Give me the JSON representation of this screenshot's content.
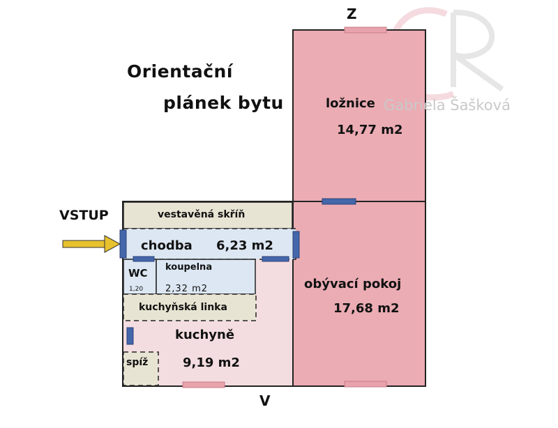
{
  "title": {
    "line1": "Orientační",
    "line2": "plánek bytu"
  },
  "compass": {
    "north": "Z",
    "south": "V"
  },
  "entrance": {
    "label": "VSTUP"
  },
  "rooms": {
    "bedroom": {
      "name": "ložnice",
      "area": "14,77 m2"
    },
    "living_room": {
      "name": "obývací pokoj",
      "area": "17,68 m2"
    },
    "wardrobe": {
      "name": "vestavěná skříň"
    },
    "hallway": {
      "name": "chodba",
      "area": "6,23 m2"
    },
    "wc": {
      "name": "WC",
      "area": "1,20"
    },
    "bathroom": {
      "name": "koupelna",
      "area": "2,32 m2"
    },
    "kitchen_unit": {
      "name": "kuchyňská linka"
    },
    "kitchen": {
      "name": "kuchyně",
      "area": "9,19 m2"
    },
    "pantry": {
      "name": "spíž"
    }
  },
  "watermark": {
    "text": "Gabriela Šašková",
    "logo": "CR monogram"
  },
  "colors": {
    "room_pink": "#ebacb4",
    "kitchen_pink": "#f4dde0",
    "hallway_blue": "#dce7f3",
    "storage_beige": "#e8e4d3",
    "door_blue": "#4466aa",
    "window_pink": "#e8a3ad",
    "arrow_yellow": "#e8c22e",
    "wall": "#222222"
  }
}
